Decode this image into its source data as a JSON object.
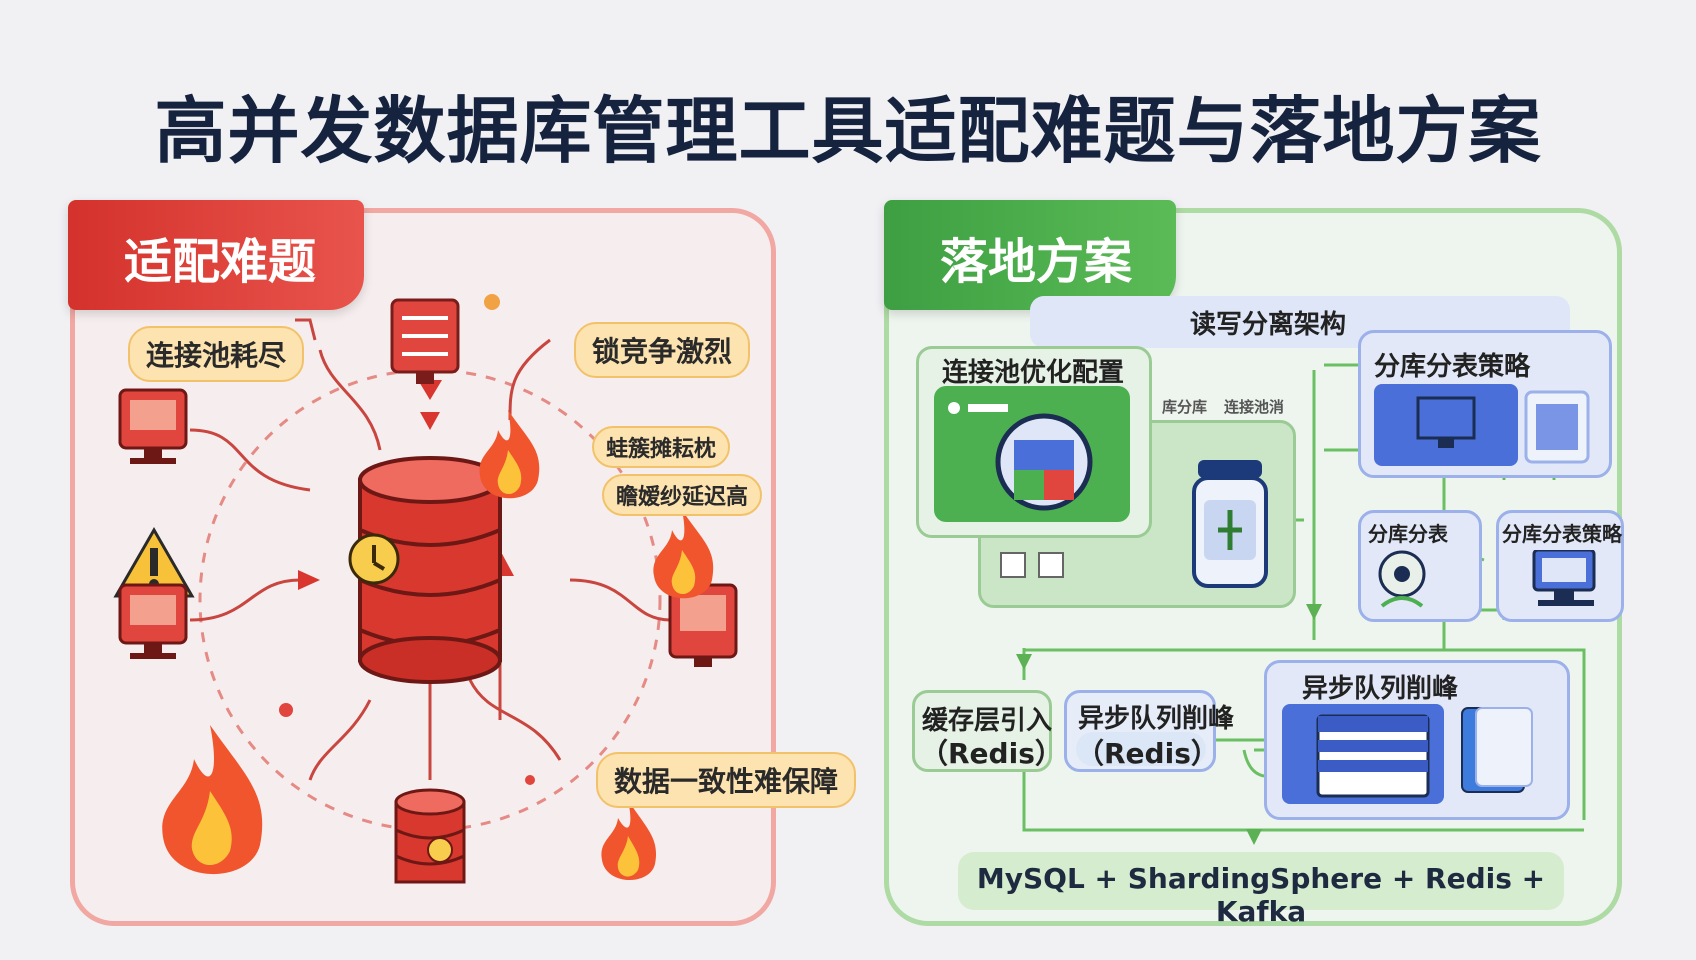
{
  "title": "高并发数据库管理工具适配难题与落地方案",
  "left": {
    "heading": "适配难题",
    "tags": {
      "pool": "连接池耗尽",
      "lock": "锁竞争激烈",
      "garbled1": "蛙簇摊耘枕",
      "garbled2": "瞻嫒纱延迟高",
      "consistency": "数据一致性难保障"
    }
  },
  "right": {
    "heading": "落地方案",
    "rw_split": "读写分离架构",
    "pool_opt": "连接池优化配置",
    "mini_left": "库分库",
    "mini_right": "连接池消",
    "shard": "分库分表策略",
    "shard_sub1": "分库分表",
    "shard_sub2": "分库分表策略",
    "cache": "缓存层引入",
    "cache_sub": "（Redis）",
    "async_label": "异步队列削峰",
    "async_sub": "（Redis）",
    "queue": "异步队列削峰",
    "stack": "MySQL + ShardingSphere + Redis + Kafka"
  },
  "colors": {
    "red": "#e0453e",
    "green": "#4caf50",
    "blue": "#4a6fd8",
    "orange": "#f2c26a"
  }
}
